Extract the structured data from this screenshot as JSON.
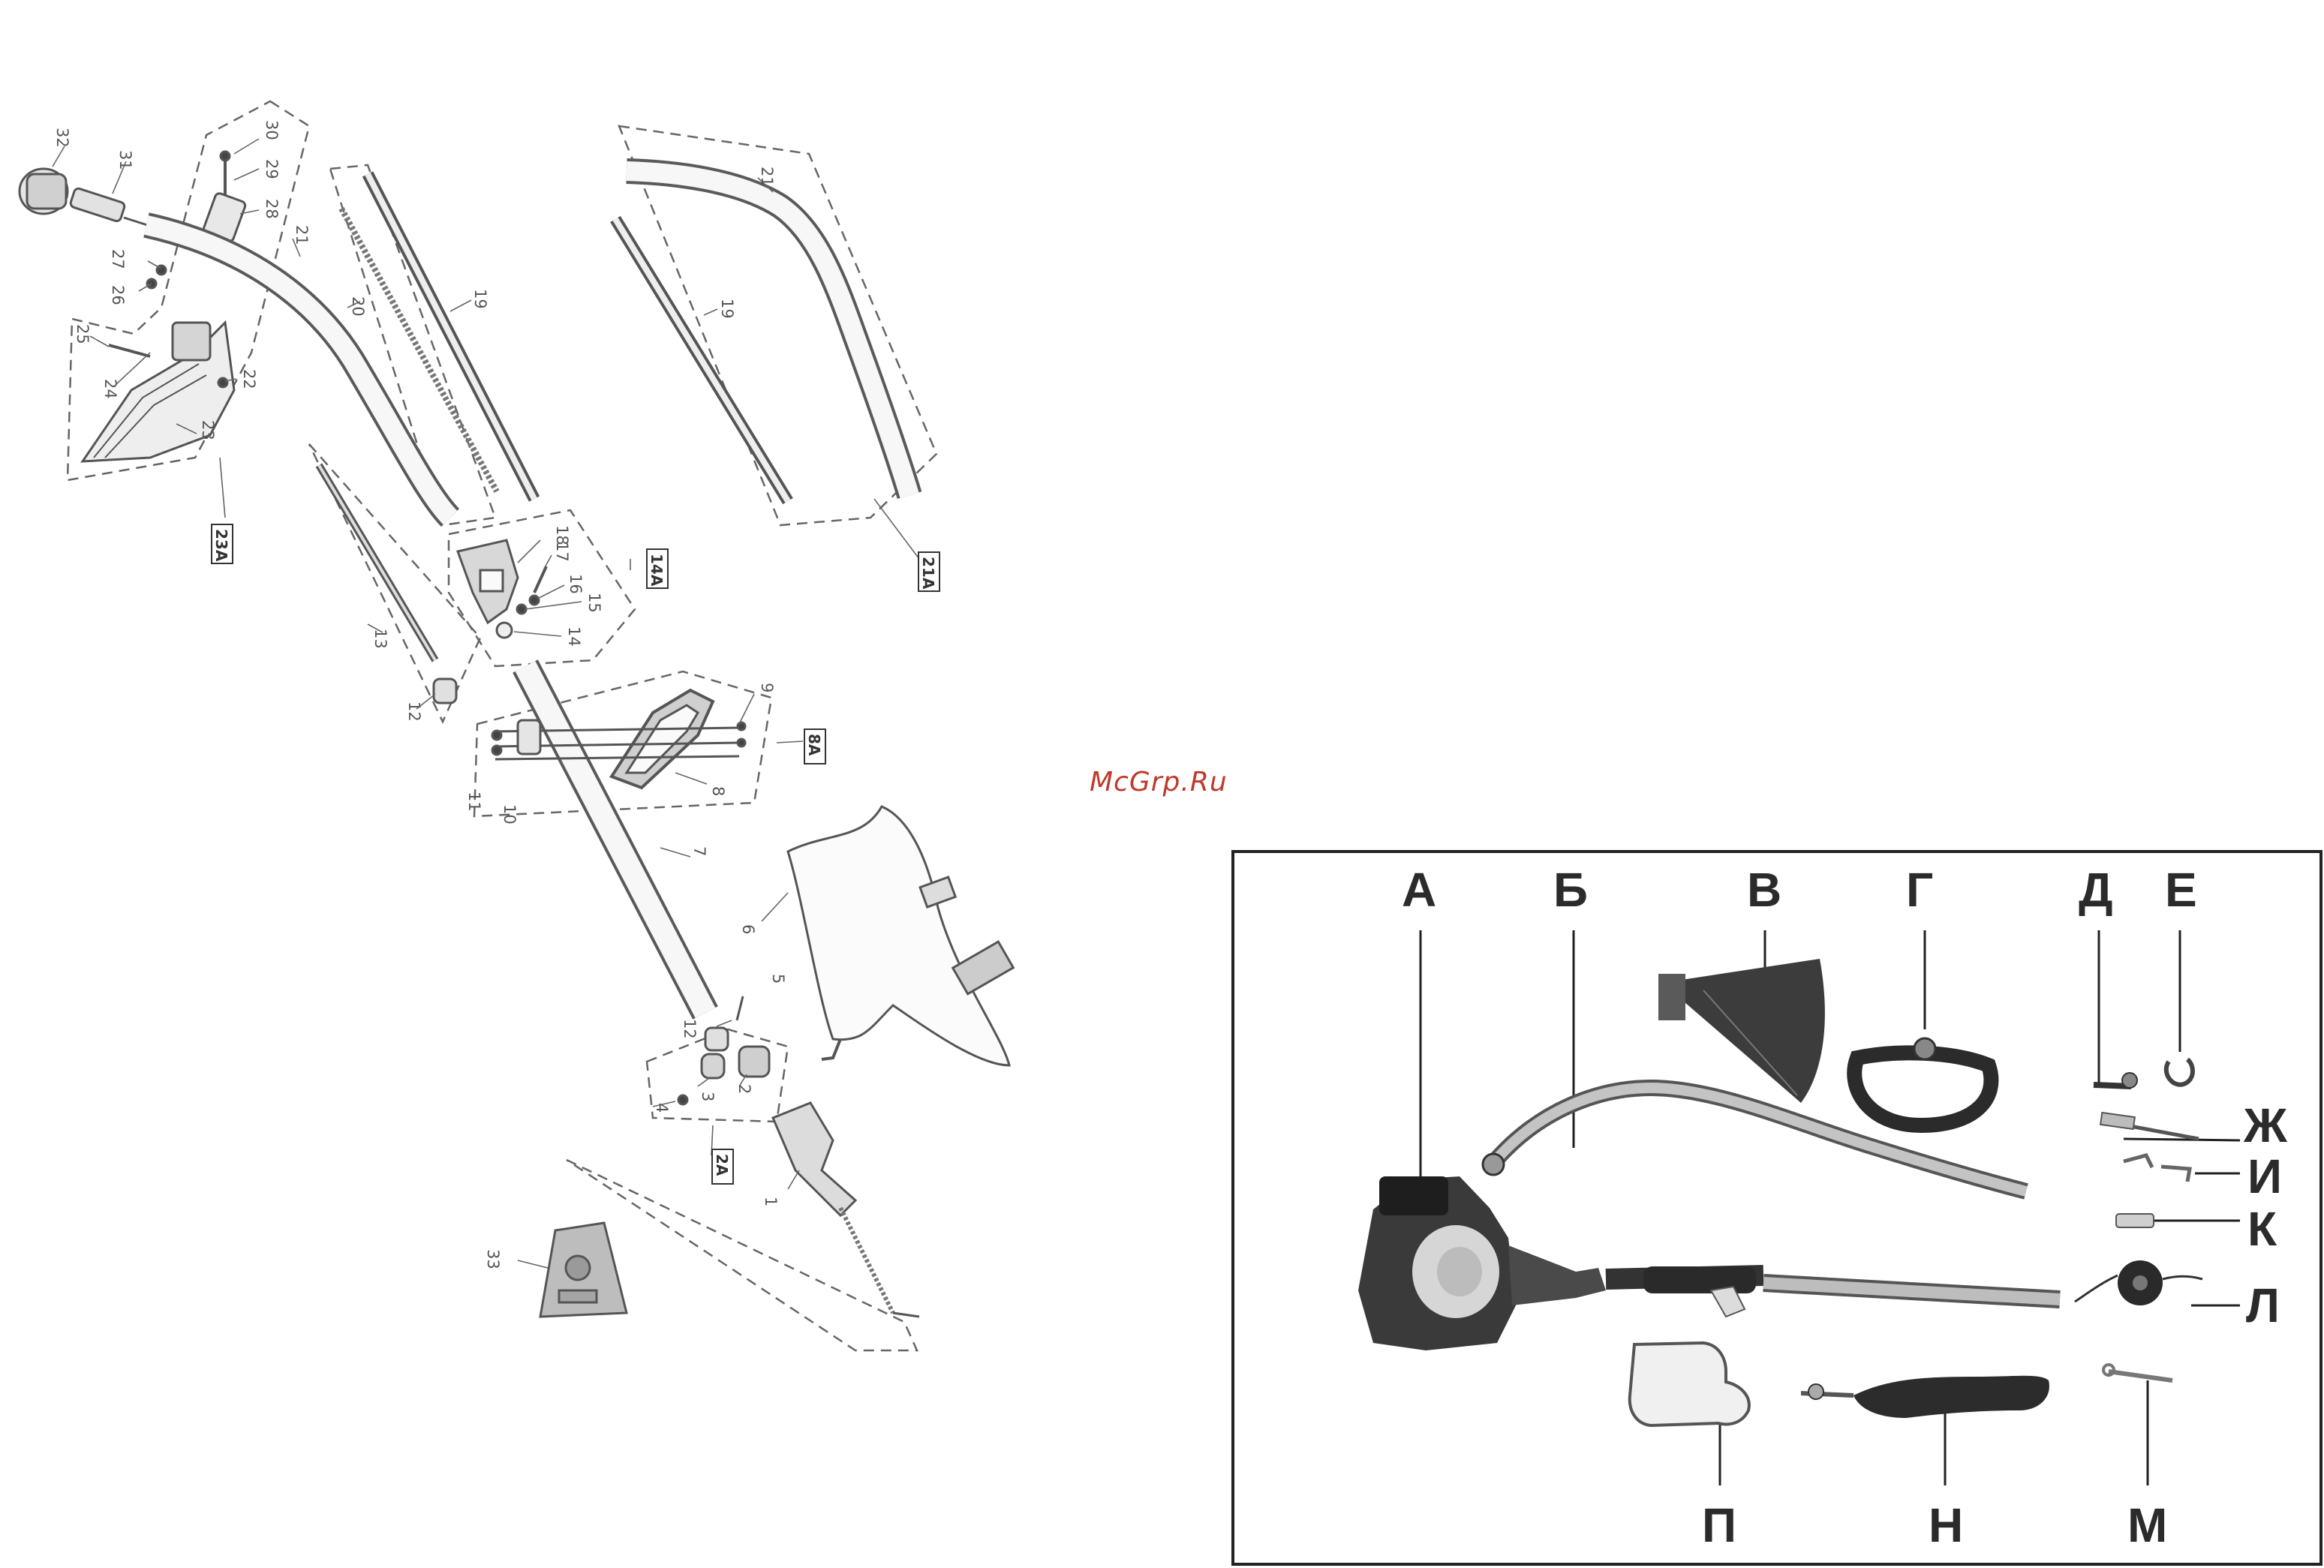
{
  "watermark": "McGrp.Ru",
  "exploded_diagram": {
    "part_numbers": [
      "32",
      "31",
      "30",
      "29",
      "28",
      "27",
      "26",
      "25",
      "24",
      "22",
      "23",
      "21",
      "20",
      "19",
      "18",
      "17",
      "16",
      "15",
      "14",
      "13",
      "12",
      "11",
      "10",
      "9",
      "8",
      "7",
      "6",
      "5",
      "4",
      "3",
      "2",
      "1",
      "33"
    ],
    "sub_assembly_labels": [
      "23A",
      "14A",
      "21A",
      "8A",
      "2A"
    ]
  },
  "kit_panel": {
    "letters": [
      "А",
      "Б",
      "В",
      "Г",
      "Д",
      "Е",
      "Ж",
      "И",
      "К",
      "Л",
      "М",
      "Н",
      "П"
    ]
  }
}
